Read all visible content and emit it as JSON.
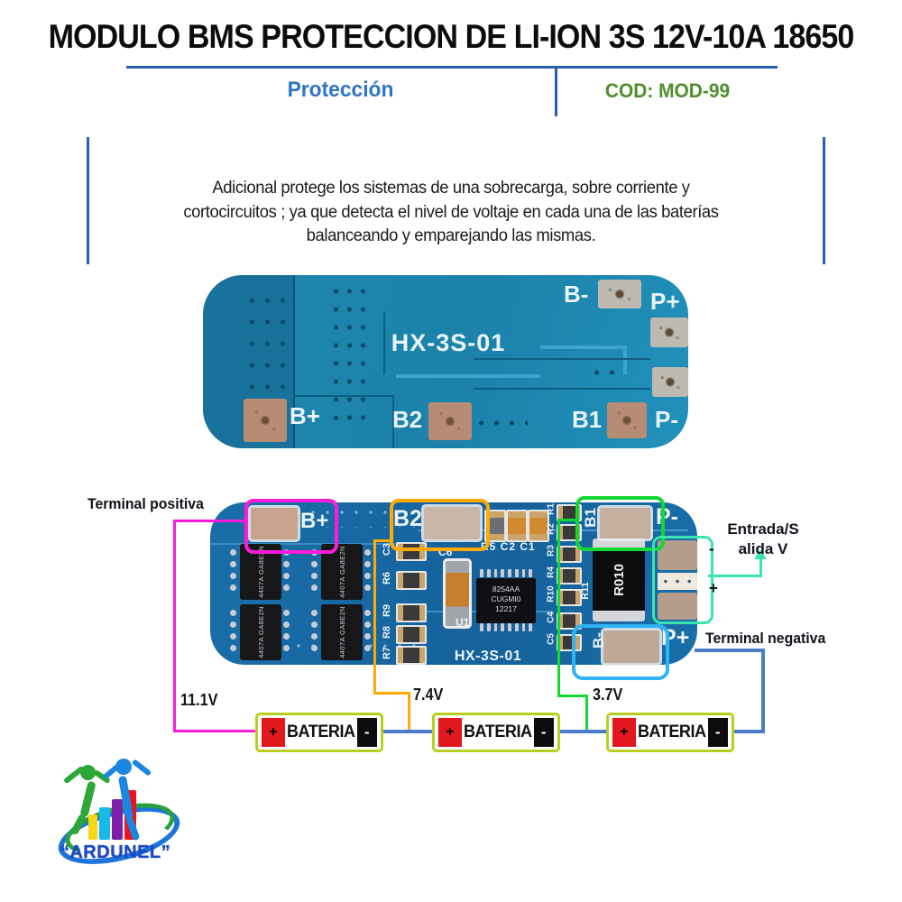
{
  "colors": {
    "magenta": "#FF1BD9",
    "orange": "#FFA902",
    "green": "#12D832",
    "teal": "#3BE3AE",
    "cyan": "#2FB3F5",
    "blue": "#4A7CC9",
    "header-line": "#2A5CAF",
    "proteccion-blue": "#2E75C5",
    "cod-green": "#4E8F2C",
    "battery-border": "#B9CF1E",
    "battery-red": "#E3171E"
  },
  "header": {
    "title": "MODULO BMS PROTECCION DE LI-ION 3S 12V-10A 18650",
    "category": "Protección",
    "code": "COD: MOD-99"
  },
  "description": {
    "line1": "Adicional protege los sistemas de una sobrecarga, sobre corriente y",
    "line2": "cortocircuitos ; ya que detecta el nivel de voltaje en cada una de las baterías",
    "line3": "balanceando y emparejando las mismas."
  },
  "board_top": {
    "model": "HX-3S-01",
    "b_minus": "B-",
    "p_plus": "P+",
    "b_plus": "B+",
    "b2": "B2",
    "b1": "B1",
    "p_minus": "P-"
  },
  "board_bottom": {
    "model": "HX-3S-01",
    "b_plus": "B+",
    "b2": "B2",
    "b1": "B1",
    "b_minus": "B-",
    "p_minus": "P-",
    "p_plus": "P+",
    "u1": "U1",
    "c6": "C6",
    "r5c2c1": "R5 C2 C1",
    "r11": "R11",
    "r010": "R010",
    "chip_text": "4407A GA8E2N",
    "u1_lines": [
      "8254AA",
      "CUGMI0",
      "12217"
    ],
    "left_labels": [
      "C3",
      "R6",
      "R9",
      "R8",
      "R7"
    ],
    "right_labels": [
      "R1",
      "R2",
      "R3",
      "R4",
      "R10",
      "C4",
      "C5"
    ]
  },
  "annotations": {
    "terminal_positiva": "Terminal positiva",
    "terminal_negativa": "Terminal negativa",
    "entrada_line1": "Entrada/S",
    "entrada_line2": "alida V",
    "output_minus": "-",
    "output_plus": "+",
    "v_pack": "11.1V",
    "v_mid": "7.4V",
    "v_cell": "3.7V"
  },
  "batteries": [
    {
      "label": "BATERIA",
      "plus": "+",
      "minus": "-"
    },
    {
      "label": "BATERIA",
      "plus": "+",
      "minus": "-"
    },
    {
      "label": "BATERIA",
      "plus": "+",
      "minus": "-"
    }
  ],
  "logo": {
    "text": "“ARDUNEL”"
  }
}
